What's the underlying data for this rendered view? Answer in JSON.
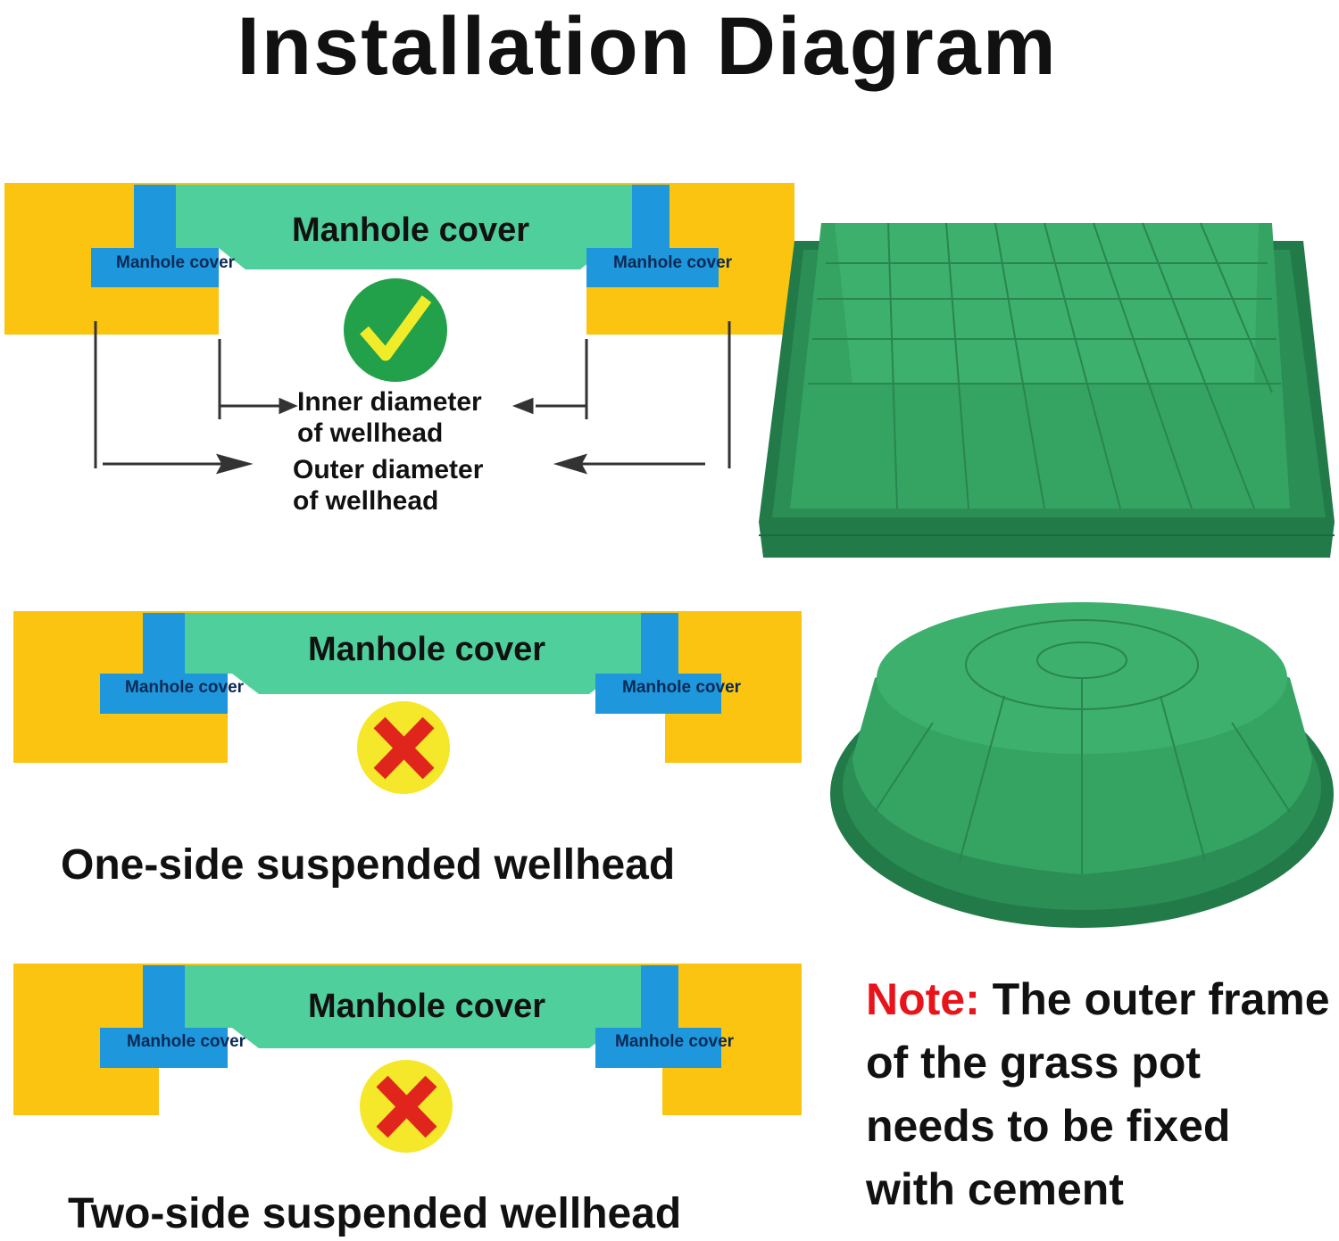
{
  "title": "Installation Diagram",
  "diagram_correct": {
    "cover_label": "Manhole cover",
    "left_label": "Manhole cover",
    "right_label": "Manhole cover",
    "inner_label_1": "Inner diameter",
    "inner_label_2": "of wellhead",
    "outer_label_1": "Outer diameter",
    "outer_label_2": "of wellhead",
    "status_icon": "check-icon"
  },
  "diagram_one_side": {
    "cover_label": "Manhole cover",
    "left_label": "Manhole cover",
    "right_label": "Manhole cover",
    "caption": "One-side suspended wellhead",
    "status_icon": "cross-icon"
  },
  "diagram_two_side": {
    "cover_label": "Manhole cover",
    "left_label": "Manhole cover",
    "right_label": "Manhole cover",
    "caption": "Two-side suspended wellhead",
    "status_icon": "cross-icon"
  },
  "note": {
    "prefix": "Note:",
    "text": "The outer frame of the grass pot needs to be fixed with cement"
  },
  "colors": {
    "yellow": "#fbc410",
    "blue": "#1e97dc",
    "teal": "#4fcf9c",
    "product_green": "#2e9a5c",
    "note_red": "#e8141b"
  }
}
